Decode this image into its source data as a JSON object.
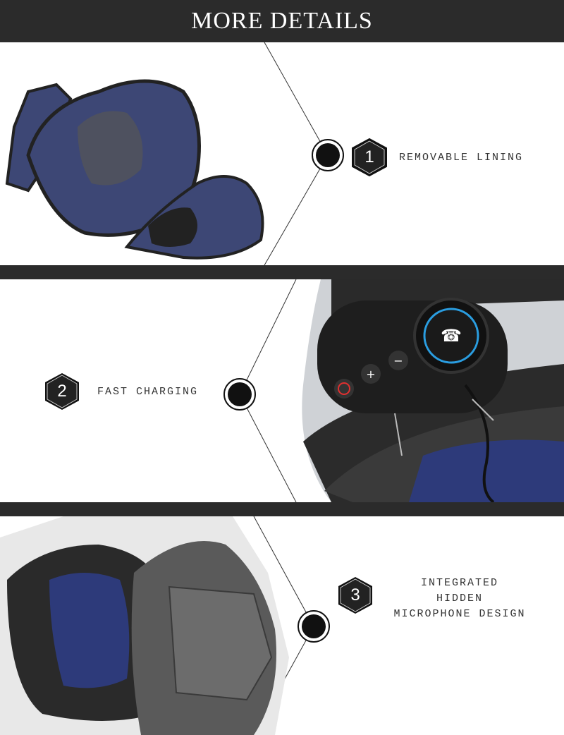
{
  "header": {
    "title": "MORE DETAILS"
  },
  "sections": [
    {
      "number": "1",
      "label": "REMOVABLE LINING",
      "image": "removable-lining-photo"
    },
    {
      "number": "2",
      "label": "FAST CHARGING",
      "image": "bluetooth-headset-photo"
    },
    {
      "number": "3",
      "label_lines": [
        "INTEGRATED",
        "HIDDEN",
        "MICROPHONE DESIGN"
      ],
      "image": "helmet-microphone-photo"
    }
  ],
  "colors": {
    "bar": "#2b2b2b",
    "accent": "#111111",
    "lining": "#3d4775"
  }
}
